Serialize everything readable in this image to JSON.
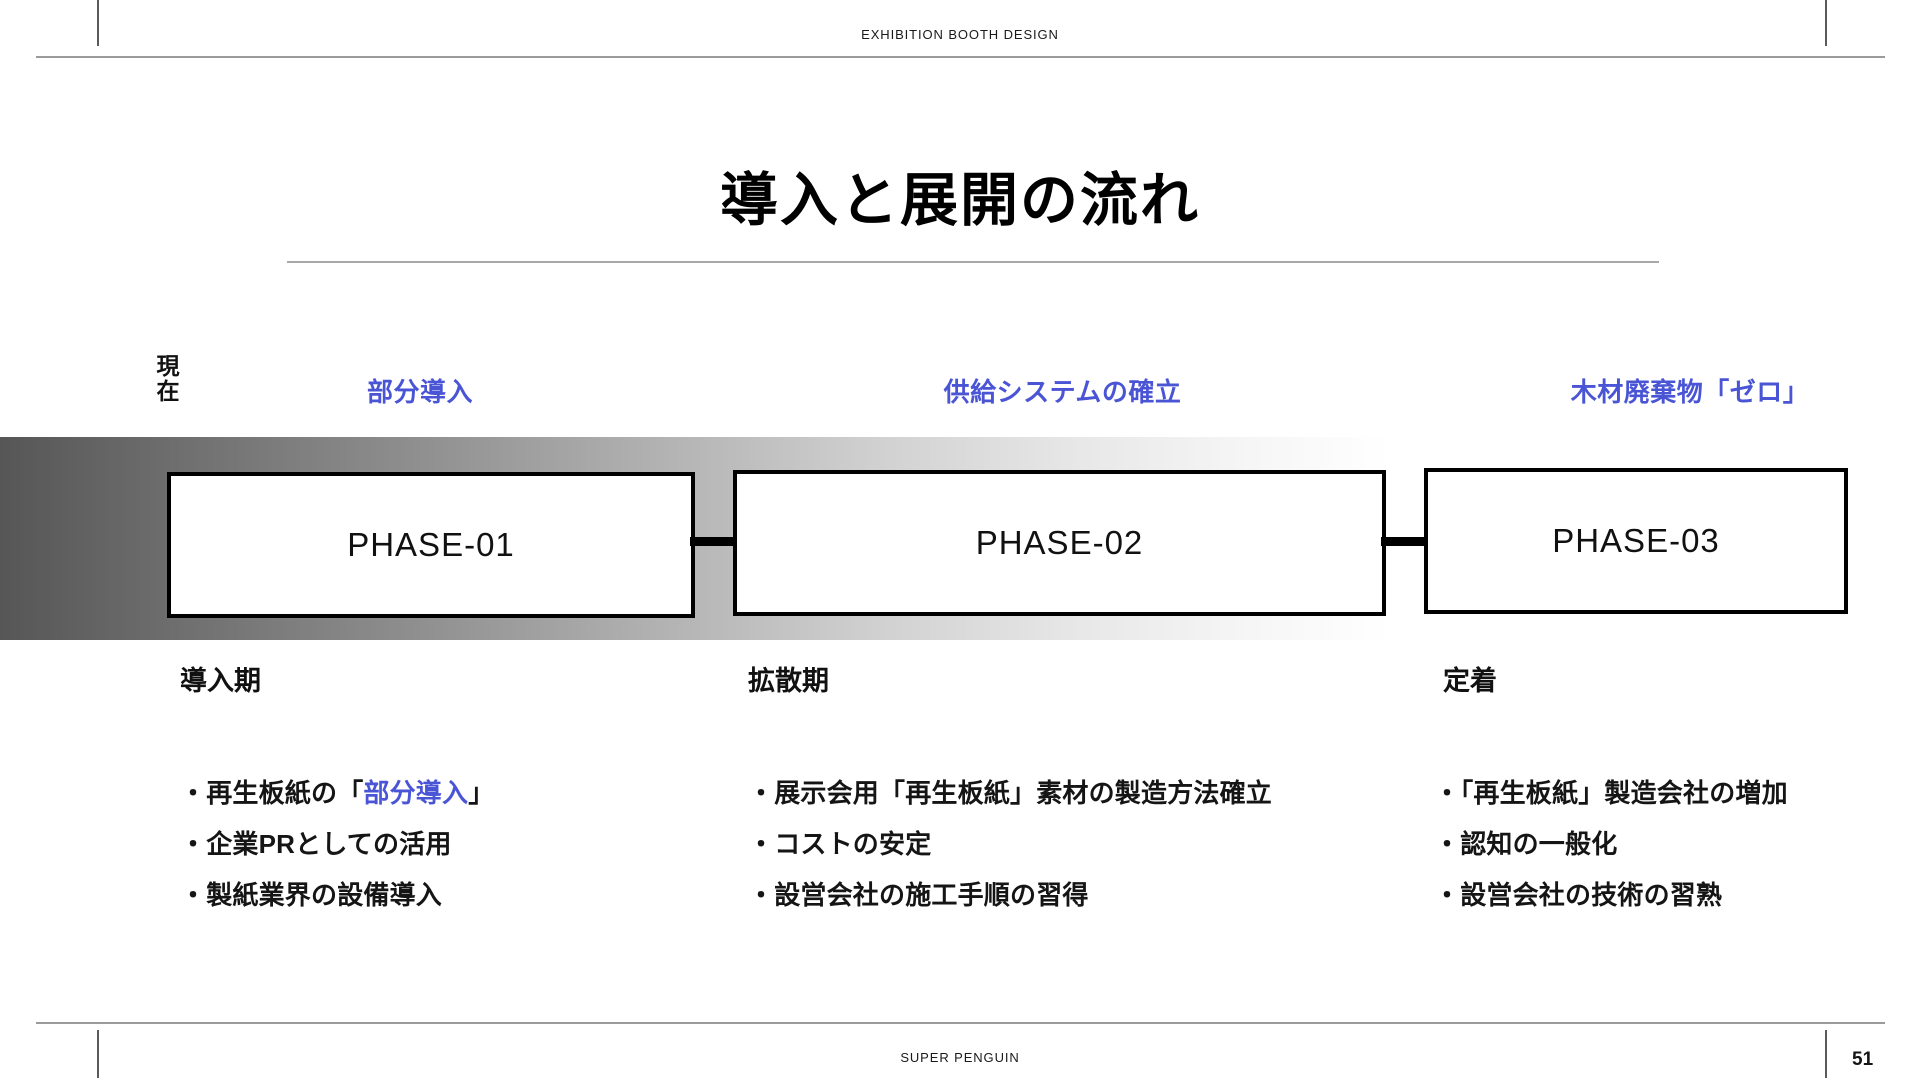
{
  "header": {
    "label": "EXHIBITION BOOTH DESIGN"
  },
  "title": {
    "text": "導入と展開の流れ"
  },
  "timeline": {
    "now_label": "現\n在",
    "now_label_chars": [
      "現",
      "在"
    ],
    "phases": [
      {
        "caption": "部分導入",
        "caption_color": "#4a55d6",
        "box_label": "PHASE-01",
        "heading": "導入期",
        "bullets": [
          {
            "prefix": "・再生板紙の「",
            "highlight": "部分導入",
            "suffix": "」"
          },
          {
            "prefix": "・企業PRとしての活用",
            "highlight": "",
            "suffix": ""
          },
          {
            "prefix": "・製紙業界の設備導入",
            "highlight": "",
            "suffix": ""
          }
        ]
      },
      {
        "caption": "供給システムの確立",
        "caption_color": "#4a55d6",
        "box_label": "PHASE-02",
        "heading": "拡散期",
        "bullets": [
          {
            "prefix": "・展示会用「再生板紙」素材の製造方法確立",
            "highlight": "",
            "suffix": ""
          },
          {
            "prefix": "・コストの安定",
            "highlight": "",
            "suffix": ""
          },
          {
            "prefix": "・設営会社の施工手順の習得",
            "highlight": "",
            "suffix": ""
          }
        ]
      },
      {
        "caption": "木材廃棄物「ゼロ」",
        "caption_color": "#4a55d6",
        "box_label": "PHASE-03",
        "heading": "定着",
        "bullets": [
          {
            "prefix": "・「再生板紙」製造会社の増加",
            "highlight": "",
            "suffix": ""
          },
          {
            "prefix": "・認知の一般化",
            "highlight": "",
            "suffix": ""
          },
          {
            "prefix": "・設営会社の技術の習熟",
            "highlight": "",
            "suffix": ""
          }
        ]
      }
    ]
  },
  "colors": {
    "accent_blue": "#4a55d6",
    "band_dark": "#565656",
    "band_light": "#ffffff",
    "rule_gray": "#9b9b9b",
    "text_black": "#111111"
  },
  "footer": {
    "label": "SUPER PENGUIN",
    "page_number": "51"
  }
}
